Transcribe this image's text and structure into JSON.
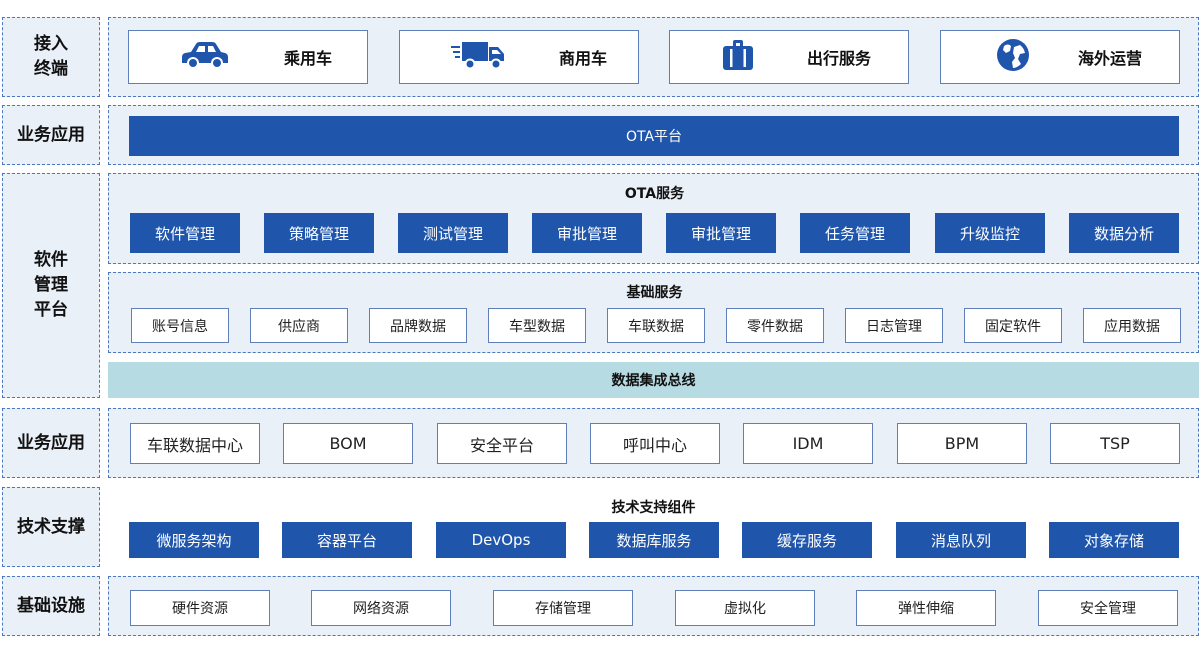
{
  "rows": {
    "access": "接入\n终端",
    "business1": "业务应用",
    "software": "软件\n管理\n平台",
    "business2": "业务应用",
    "tech": "技术支撑",
    "infra": "基础设施"
  },
  "terminals": [
    {
      "label": "乘用车",
      "icon": "car-icon"
    },
    {
      "label": "商用车",
      "icon": "truck-icon"
    },
    {
      "label": "出行服务",
      "icon": "briefcase-icon"
    },
    {
      "label": "海外运营",
      "icon": "globe-icon"
    }
  ],
  "ota_platform": "OTA平台",
  "ota_service": {
    "title": "OTA服务",
    "items": [
      "软件管理",
      "策略管理",
      "测试管理",
      "审批管理",
      "审批管理",
      "任务管理",
      "升级监控",
      "数据分析"
    ]
  },
  "base_service": {
    "title": "基础服务",
    "items": [
      "账号信息",
      "供应商",
      "品牌数据",
      "车型数据",
      "车联数据",
      "零件数据",
      "日志管理",
      "固定软件",
      "应用数据"
    ]
  },
  "data_bus": "数据集成总线",
  "business_apps": [
    "车联数据中心",
    "BOM",
    "安全平台",
    "呼叫中心",
    "IDM",
    "BPM",
    "TSP"
  ],
  "tech_support": {
    "title": "技术支持组件",
    "items": [
      "微服务架构",
      "容器平台",
      "DevOps",
      "数据库服务",
      "缓存服务",
      "消息队列",
      "对象存储"
    ]
  },
  "infrastructure": [
    "硬件资源",
    "网络资源",
    "存储管理",
    "虚拟化",
    "弹性伸缩",
    "安全管理"
  ],
  "colors": {
    "primary_blue": "#1f56ac",
    "panel_bg": "#eaf0f8",
    "bus_bg": "#b7dbe2",
    "dash_border": "#4a78c0"
  }
}
